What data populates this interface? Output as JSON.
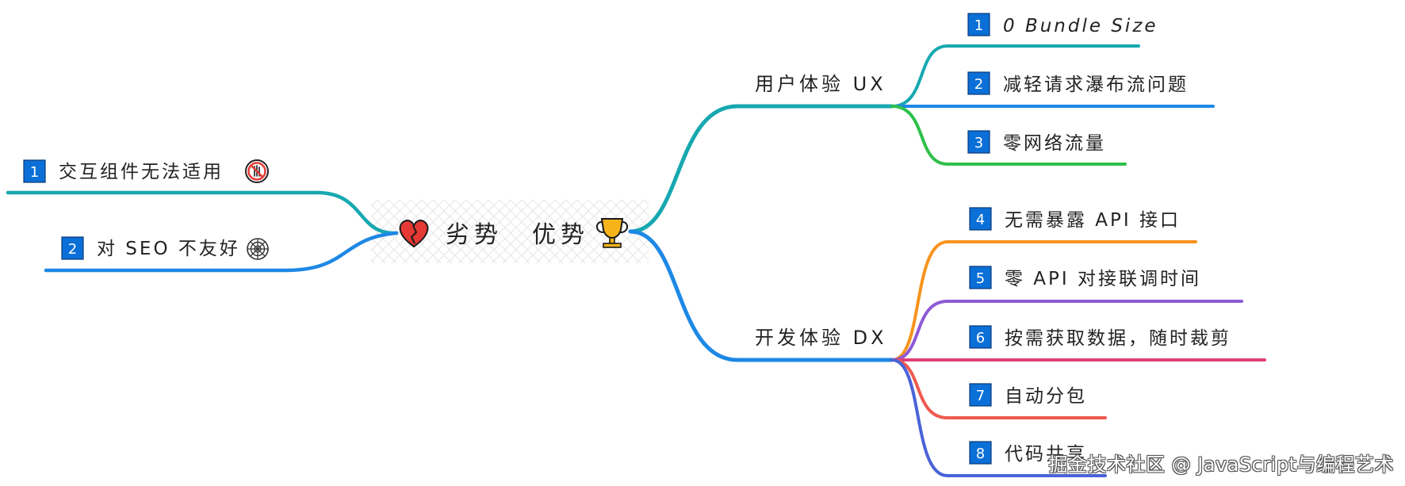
{
  "center": {
    "left_label": "劣势",
    "right_label": "优势",
    "left_icon": "broken-heart-icon",
    "right_icon": "trophy-icon"
  },
  "disadvantages": [
    {
      "num": "1",
      "text": "交互组件无法适用",
      "icon": "no-touch-icon",
      "color": "#17a8b0"
    },
    {
      "num": "2",
      "text": "对 SEO 不友好",
      "icon": "spider-web-icon",
      "color": "#1e88e5"
    }
  ],
  "advantages": {
    "ux": {
      "label": "用户体验 UX",
      "color": "#17a8b0",
      "items": [
        {
          "num": "1",
          "text": "0 Bundle Size",
          "color": "#17a8b0"
        },
        {
          "num": "2",
          "text": "减轻请求瀑布流问题",
          "color": "#1e88e5"
        },
        {
          "num": "3",
          "text": "零网络流量",
          "color": "#2ec04a"
        }
      ]
    },
    "dx": {
      "label": "开发体验 DX",
      "color": "#1e88e5",
      "items": [
        {
          "num": "4",
          "text": "无需暴露 API 接口",
          "color": "#f7931e"
        },
        {
          "num": "5",
          "text": "零 API 对接联调时间",
          "color": "#8e5ad6"
        },
        {
          "num": "6",
          "text": "按需获取数据，随时裁剪",
          "color": "#e0407a"
        },
        {
          "num": "7",
          "text": "自动分包",
          "color": "#ee5a4f"
        },
        {
          "num": "8",
          "text": "代码共享",
          "color": "#4a63d8"
        }
      ]
    }
  },
  "watermark": "掘金技术社区 @ JavaScript与编程艺术"
}
